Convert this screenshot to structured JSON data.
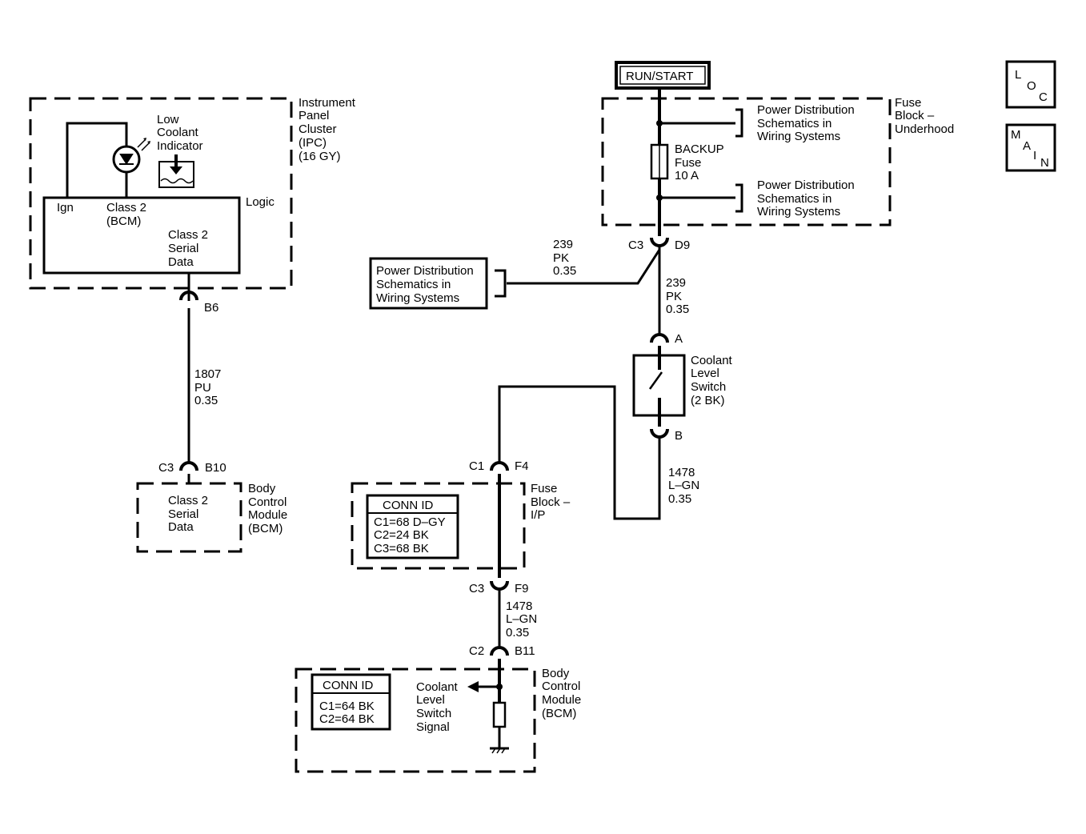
{
  "top_supply": {
    "label": "RUN/START"
  },
  "nav": {
    "loc": [
      "L",
      "O",
      "C"
    ],
    "main": [
      "M",
      "A",
      "I",
      "N"
    ]
  },
  "ipc": {
    "title": [
      "Instrument",
      "Panel",
      "Cluster",
      "(IPC)",
      "(16 GY)"
    ],
    "indicator": [
      "Low",
      "Coolant",
      "Indicator"
    ],
    "logic_label": "Logic",
    "ign": "Ign",
    "class2_bcm": [
      "Class 2",
      "(BCM)"
    ],
    "serial": [
      "Class 2",
      "Serial",
      "Data"
    ]
  },
  "conn_b6": "B6",
  "wire_1807": [
    "1807",
    "PU",
    "0.35"
  ],
  "conn_c3_b10": {
    "c": "C3",
    "pin": "B10"
  },
  "bcm_top": {
    "serial": [
      "Class 2",
      "Serial",
      "Data"
    ],
    "title": [
      "Body",
      "Control",
      "Module",
      "(BCM)"
    ]
  },
  "fuse_underhood": {
    "title": [
      "Fuse",
      "Block –",
      "Underhood"
    ],
    "pd_upper": [
      "Power Distribution",
      "Schematics in",
      "Wiring Systems"
    ],
    "pd_lower": [
      "Power Distribution",
      "Schematics in",
      "Wiring Systems"
    ],
    "fuse": [
      "BACKUP",
      "Fuse",
      "10 A"
    ]
  },
  "conn_c3_d9": {
    "c": "C3",
    "pin": "D9"
  },
  "pd_left": [
    "Power Distribution",
    "Schematics in",
    "Wiring Systems"
  ],
  "wire_239_left": [
    "239",
    "PK",
    "0.35"
  ],
  "wire_239_right": [
    "239",
    "PK",
    "0.35"
  ],
  "switch": {
    "pin_a": "A",
    "pin_b": "B",
    "title": [
      "Coolant",
      "Level",
      "Switch",
      "(2 BK)"
    ]
  },
  "wire_1478_right": [
    "1478",
    "L–GN",
    "0.35"
  ],
  "conn_c1_f4": {
    "c": "C1",
    "pin": "F4"
  },
  "fuse_ip": {
    "title": [
      "Fuse",
      "Block –",
      "I/P"
    ],
    "conn_id_header": "CONN ID",
    "conn_id_rows": [
      "C1=68 D–GY",
      "C2=24 BK",
      "C3=68 BK"
    ]
  },
  "conn_c3_f9": {
    "c": "C3",
    "pin": "F9"
  },
  "wire_1478_low": [
    "1478",
    "L–GN",
    "0.35"
  ],
  "conn_c2_b11": {
    "c": "C2",
    "pin": "B11"
  },
  "bcm_bottom": {
    "conn_id_header": "CONN ID",
    "conn_id_rows": [
      "C1=64 BK",
      "C2=64 BK"
    ],
    "signal": [
      "Coolant",
      "Level",
      "Switch",
      "Signal"
    ],
    "title": [
      "Body",
      "Control",
      "Module",
      "(BCM)"
    ]
  }
}
